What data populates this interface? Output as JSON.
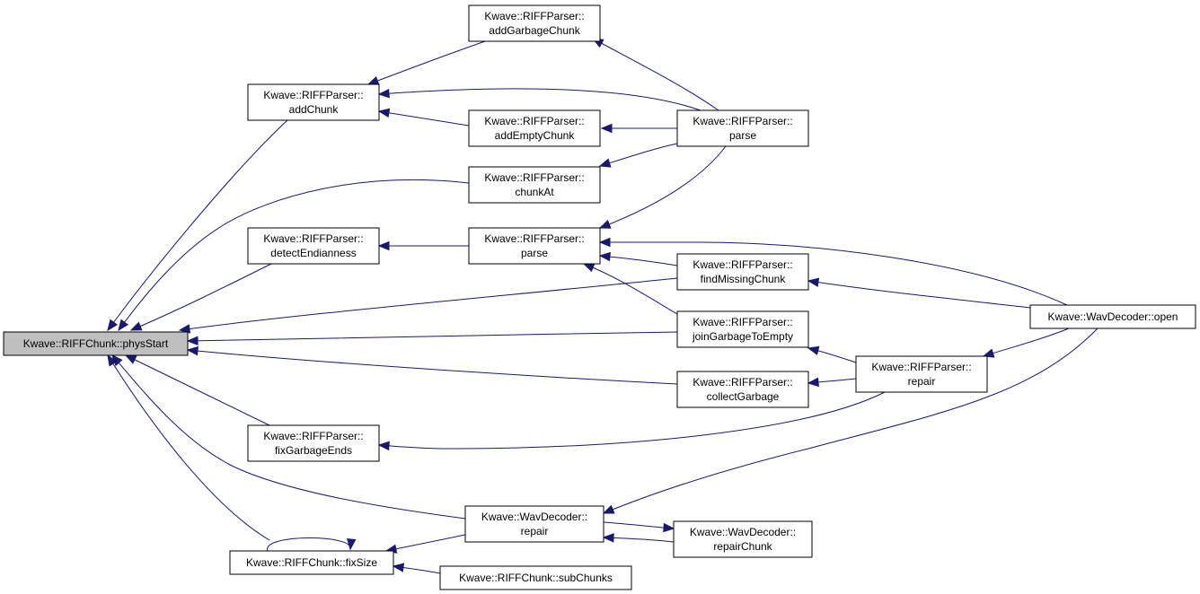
{
  "graph": {
    "title": "",
    "colors": {
      "edge": "#191970",
      "root_fill": "#bfbfbf",
      "node_fill": "#ffffff",
      "node_border": "#000000"
    },
    "nodes": [
      {
        "id": "physStart",
        "lines": [
          "Kwave::RIFFChunk::physStart"
        ],
        "root": true
      },
      {
        "id": "addChunk",
        "lines": [
          "Kwave::RIFFParser::",
          "addChunk"
        ]
      },
      {
        "id": "addGarbageChunk",
        "lines": [
          "Kwave::RIFFParser::",
          "addGarbageChunk"
        ]
      },
      {
        "id": "addEmptyChunk",
        "lines": [
          "Kwave::RIFFParser::",
          "addEmptyChunk"
        ]
      },
      {
        "id": "parseTop",
        "lines": [
          "Kwave::RIFFParser::",
          "parse"
        ]
      },
      {
        "id": "chunkAt",
        "lines": [
          "Kwave::RIFFParser::",
          "chunkAt"
        ]
      },
      {
        "id": "detectEndianness",
        "lines": [
          "Kwave::RIFFParser::",
          "detectEndianness"
        ]
      },
      {
        "id": "parseMid",
        "lines": [
          "Kwave::RIFFParser::",
          "parse"
        ]
      },
      {
        "id": "findMissingChunk",
        "lines": [
          "Kwave::RIFFParser::",
          "findMissingChunk"
        ]
      },
      {
        "id": "joinGarbageToEmpty",
        "lines": [
          "Kwave::RIFFParser::",
          "joinGarbageToEmpty"
        ]
      },
      {
        "id": "collectGarbage",
        "lines": [
          "Kwave::RIFFParser::",
          "collectGarbage"
        ]
      },
      {
        "id": "repairParser",
        "lines": [
          "Kwave::RIFFParser::",
          "repair"
        ]
      },
      {
        "id": "wavOpen",
        "lines": [
          "Kwave::WavDecoder::open"
        ]
      },
      {
        "id": "fixGarbageEnds",
        "lines": [
          "Kwave::RIFFParser::",
          "fixGarbageEnds"
        ]
      },
      {
        "id": "wavRepair",
        "lines": [
          "Kwave::WavDecoder::",
          "repair"
        ]
      },
      {
        "id": "repairChunk",
        "lines": [
          "Kwave::WavDecoder::",
          "repairChunk"
        ]
      },
      {
        "id": "fixSize",
        "lines": [
          "Kwave::RIFFChunk::fixSize"
        ]
      },
      {
        "id": "subChunks",
        "lines": [
          "Kwave::RIFFChunk::subChunks"
        ]
      }
    ],
    "edges": [
      {
        "from": "addChunk",
        "to": "physStart"
      },
      {
        "from": "chunkAt",
        "to": "physStart"
      },
      {
        "from": "detectEndianness",
        "to": "physStart"
      },
      {
        "from": "findMissingChunk",
        "to": "physStart"
      },
      {
        "from": "joinGarbageToEmpty",
        "to": "physStart"
      },
      {
        "from": "collectGarbage",
        "to": "physStart"
      },
      {
        "from": "fixGarbageEnds",
        "to": "physStart"
      },
      {
        "from": "wavRepair",
        "to": "physStart"
      },
      {
        "from": "fixSize",
        "to": "physStart"
      },
      {
        "from": "addGarbageChunk",
        "to": "addChunk"
      },
      {
        "from": "parseTop",
        "to": "addChunk"
      },
      {
        "from": "addEmptyChunk",
        "to": "addChunk"
      },
      {
        "from": "parseTop",
        "to": "addGarbageChunk"
      },
      {
        "from": "parseTop",
        "to": "addEmptyChunk"
      },
      {
        "from": "parseTop",
        "to": "chunkAt"
      },
      {
        "from": "parseTop",
        "to": "parseMid"
      },
      {
        "from": "parseMid",
        "to": "detectEndianness"
      },
      {
        "from": "findMissingChunk",
        "to": "parseMid"
      },
      {
        "from": "joinGarbageToEmpty",
        "to": "parseMid"
      },
      {
        "from": "wavOpen",
        "to": "parseMid"
      },
      {
        "from": "wavOpen",
        "to": "findMissingChunk"
      },
      {
        "from": "repairParser",
        "to": "joinGarbageToEmpty"
      },
      {
        "from": "repairParser",
        "to": "collectGarbage"
      },
      {
        "from": "repairParser",
        "to": "fixGarbageEnds"
      },
      {
        "from": "wavOpen",
        "to": "repairParser"
      },
      {
        "from": "wavOpen",
        "to": "wavRepair"
      },
      {
        "from": "wavRepair",
        "to": "repairChunk"
      },
      {
        "from": "repairChunk",
        "to": "wavRepair"
      },
      {
        "from": "wavRepair",
        "to": "fixSize"
      },
      {
        "from": "fixSize",
        "to": "fixSize"
      },
      {
        "from": "subChunks",
        "to": "fixSize"
      }
    ]
  }
}
